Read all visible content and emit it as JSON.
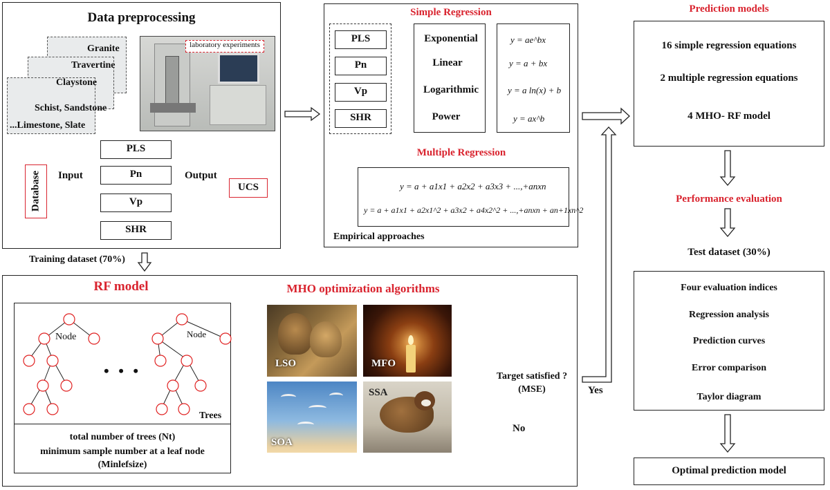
{
  "preprocessing": {
    "title": "Data preprocessing",
    "rock_types": [
      "Granite",
      "Travertine",
      "Claystone",
      "Schist, Sandstone",
      "...Limestone, Slate"
    ],
    "lab_label": "laboratory experiments",
    "database": "Database",
    "input": "Input",
    "output": "Output",
    "ucs": "UCS",
    "params": [
      "PLS",
      "Pn",
      "Vp",
      "SHR"
    ]
  },
  "training_label": "Training dataset (70%)",
  "simple": {
    "title": "Simple Regression",
    "params": [
      "PLS",
      "Pn",
      "Vp",
      "SHR"
    ],
    "types": [
      "Exponential",
      "Linear",
      "Logarithmic",
      "Power"
    ],
    "equations": [
      "y = ae^bx",
      "y = a + bx",
      "y = a ln(x) + b",
      "y = ax^b"
    ]
  },
  "multiple": {
    "title": "Multiple Regression",
    "eq1": "y = a + a1x1 + a2x2 + a3x3 + ...,+anxn",
    "eq2": "y = a + a1x1 + a2x1^2 + a3x2 + a4x2^2 + ...,+anxn + an+1xn^2"
  },
  "empirical": "Empirical approaches",
  "prediction": {
    "title": "Prediction models",
    "items": [
      "16 simple regression equations",
      "2 multiple regression equations",
      "4 MHO- RF model"
    ]
  },
  "performance": {
    "title": "Performance evaluation"
  },
  "test_dataset": "Test dataset (30%)",
  "evaluation": {
    "items": [
      "Four evaluation indices",
      "Regression analysis",
      "Prediction curves",
      "Error comparison",
      "Taylor diagram"
    ]
  },
  "optimal": "Optimal prediction model",
  "rf": {
    "title": "RF model",
    "node": "Node",
    "dots": "• • •",
    "trees": "Trees",
    "param1": "total number of trees (Nt)",
    "param2": "minimum sample number at a leaf node",
    "param3": "(Minlefsize)"
  },
  "mho": {
    "title": "MHO optimization algorithms",
    "algorithms": [
      "LSO",
      "MFO",
      "SOA",
      "SSA"
    ]
  },
  "target": {
    "line1": "Target satisfied ?",
    "line2": "(MSE)"
  },
  "yes": "Yes",
  "no": "No",
  "colors": {
    "accent_red": "#d9232e",
    "card_gray": "#e9ebec",
    "line": "#222222"
  }
}
